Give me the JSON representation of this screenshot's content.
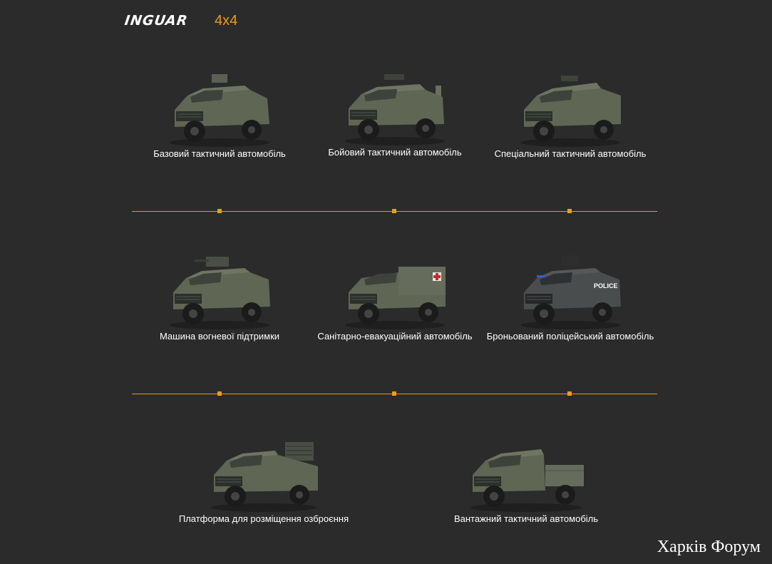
{
  "brand": {
    "logo": "INGUAR",
    "model": "4x4"
  },
  "rows": [
    [
      {
        "label": "Базовий тактичний автомобіль",
        "variant": "base"
      },
      {
        "label": "Бойовий тактичний автомобіль",
        "variant": "combat"
      },
      {
        "label": "Спеціальний тактичний автомобіль",
        "variant": "special"
      }
    ],
    [
      {
        "label": "Машина вогневої підтримки",
        "variant": "fire-support"
      },
      {
        "label": "Санітарно-евакуаційний автомобіль",
        "variant": "medevac"
      },
      {
        "label": "Броньований поліцейський автомобіль",
        "variant": "police",
        "badge": "POLICE"
      }
    ],
    [
      {
        "label": "Платформа для розміщення озброєння",
        "variant": "weapon-platform"
      },
      {
        "label": "Вантажний тактичний автомобіль",
        "variant": "cargo"
      }
    ]
  ],
  "colors": {
    "accent": "#f29a1c",
    "background": "#2b2b2b",
    "vehicle": "#5f6654"
  },
  "watermark": "Харків Форум"
}
